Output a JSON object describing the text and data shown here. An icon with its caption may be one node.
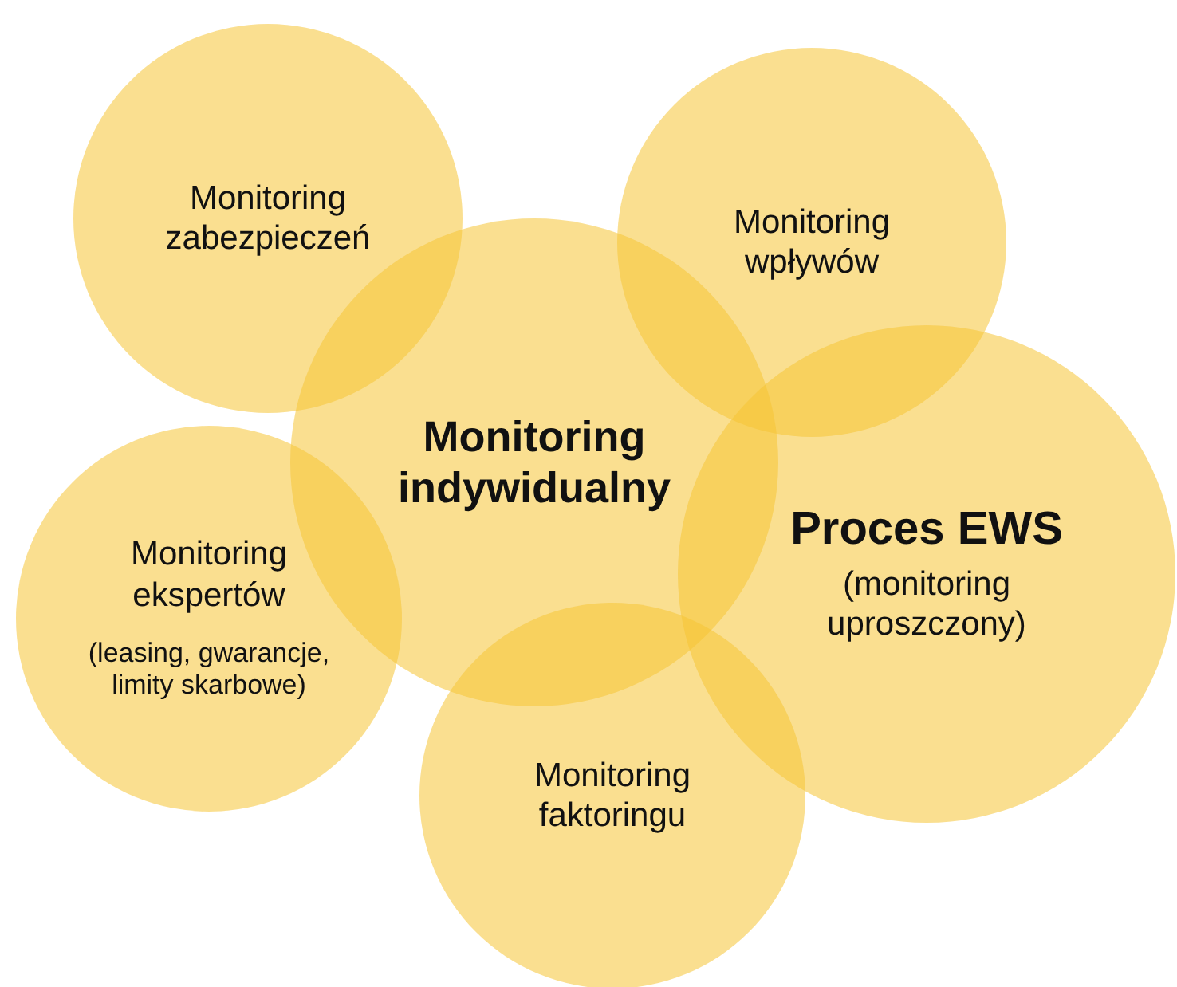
{
  "diagram": {
    "nodes": [
      {
        "text": [
          "Monitoring zabezpieczeń"
        ]
      },
      {
        "text": [
          "Monitoring wpływów"
        ]
      },
      {
        "text": [
          "Monitoring indywidualny"
        ]
      },
      {
        "text": [
          "Monitoring ekspertów",
          "(leasing, gwarancje, limity skarbowe)"
        ]
      },
      {
        "text": [
          "Proces EWS",
          "(monitoring uproszczony)"
        ]
      },
      {
        "text": [
          "Monitoring faktoringu"
        ]
      }
    ]
  }
}
